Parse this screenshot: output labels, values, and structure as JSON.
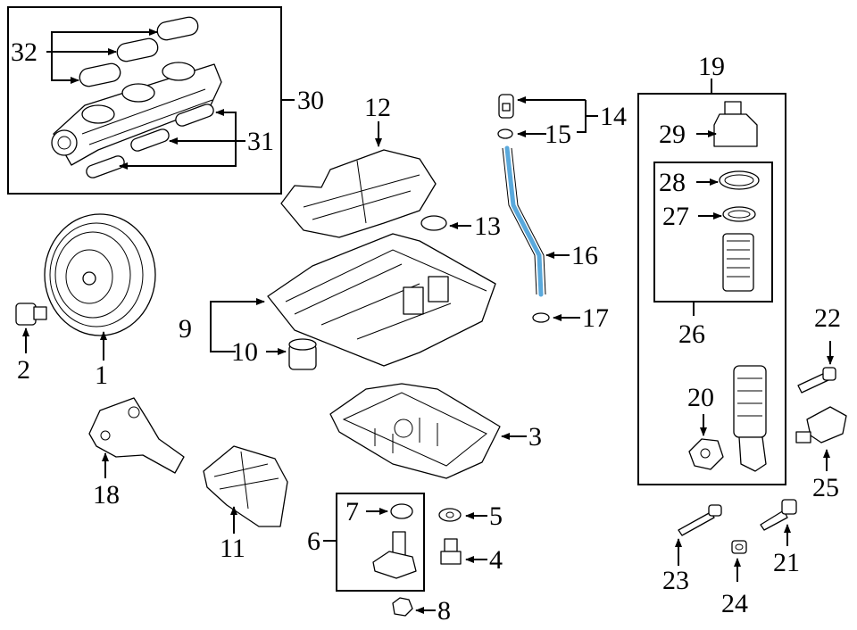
{
  "diagram": {
    "highlight_color": "#5aa9dc",
    "callouts": {
      "c1": "1",
      "c2": "2",
      "c3": "3",
      "c4": "4",
      "c5": "5",
      "c6": "6",
      "c7": "7",
      "c8": "8",
      "c9": "9",
      "c10": "10",
      "c11": "11",
      "c12": "12",
      "c13": "13",
      "c14": "14",
      "c15": "15",
      "c16": "16",
      "c17": "17",
      "c18": "18",
      "c19": "19",
      "c20": "20",
      "c21": "21",
      "c22": "22",
      "c23": "23",
      "c24": "24",
      "c25": "25",
      "c26": "26",
      "c27": "27",
      "c28": "28",
      "c29": "29",
      "c30": "30",
      "c31": "31",
      "c32": "32"
    }
  }
}
